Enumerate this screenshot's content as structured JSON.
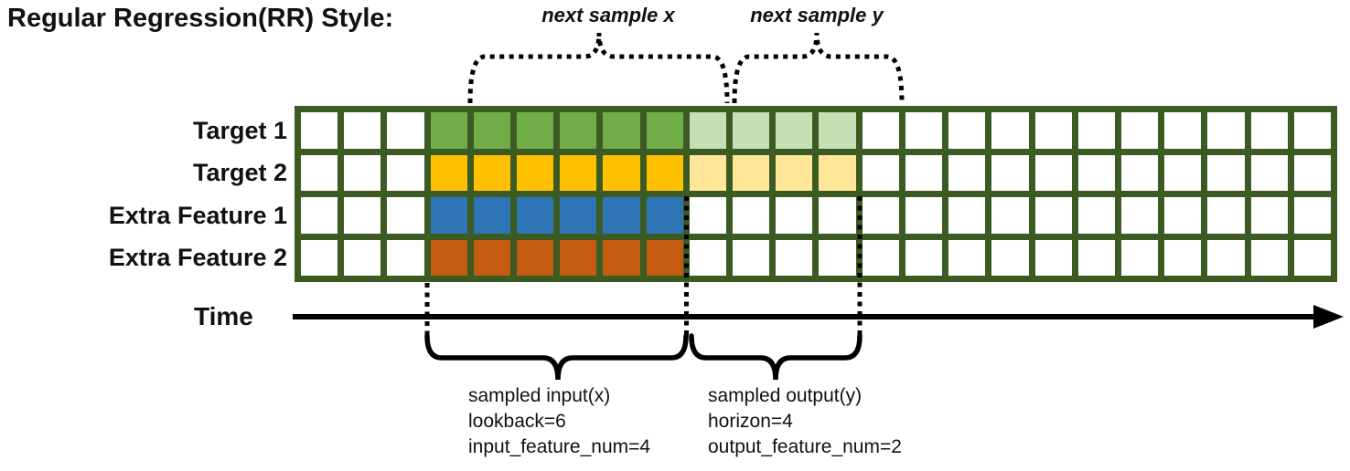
{
  "title": "Regular Regression(RR) Style:",
  "colors": {
    "grid_border": "#3B5B23",
    "cell_empty": "#FFFFFF",
    "annotation": "#000000",
    "target1_input": "#70AD47",
    "target1_output": "#C5E0B4",
    "target2_input": "#FFC000",
    "target2_output": "#FFE699",
    "extra_feature1_input": "#2E75B6",
    "extra_feature2_input": "#C55A11"
  },
  "grid": {
    "columns": 24,
    "input_start_col": 3,
    "input_end_col": 9,
    "output_start_col": 9,
    "output_end_col": 13,
    "rows": [
      {
        "label": "Target 1",
        "input_color": "#70AD47",
        "output_color": "#C5E0B4",
        "has_output": true
      },
      {
        "label": "Target 2",
        "input_color": "#FFC000",
        "output_color": "#FFE699",
        "has_output": true
      },
      {
        "label": "Extra Feature 1",
        "input_color": "#2E75B6",
        "output_color": null,
        "has_output": false
      },
      {
        "label": "Extra Feature 2",
        "input_color": "#C55A11",
        "output_color": null,
        "has_output": false
      }
    ]
  },
  "time_axis": {
    "label": "Time"
  },
  "top_annotations": {
    "next_sample_x": "next sample x",
    "next_sample_y": "next sample y"
  },
  "bottom_annotations": {
    "input": {
      "line1": "sampled input(x)",
      "line2": "lookback=6",
      "line3": "input_feature_num=4"
    },
    "output": {
      "line1": "sampled output(y)",
      "line2": "horizon=4",
      "line3": "output_feature_num=2"
    }
  }
}
